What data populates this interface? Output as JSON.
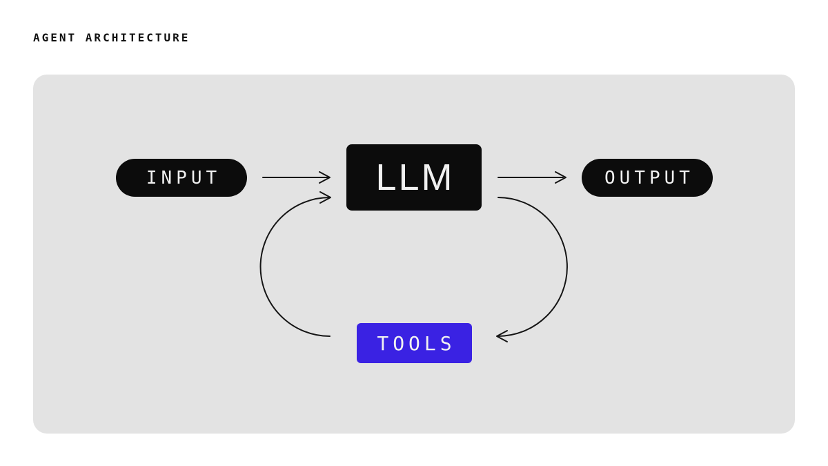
{
  "title": "AGENT ARCHITECTURE",
  "colors": {
    "page_bg": "#ffffff",
    "canvas_bg": "#e3e3e3",
    "node_black": "#0c0c0c",
    "tools_blue": "#3a22e3",
    "node_text": "#f1f1f1",
    "arrow": "#151515",
    "title_text": "#111111"
  },
  "diagram": {
    "nodes": {
      "input": {
        "label": "INPUT"
      },
      "llm": {
        "label": "LLM"
      },
      "output": {
        "label": "OUTPUT"
      },
      "tools": {
        "label": "TOOLS"
      }
    },
    "edges": [
      {
        "from": "input",
        "to": "llm",
        "style": "straight-arrow"
      },
      {
        "from": "llm",
        "to": "output",
        "style": "straight-arrow"
      },
      {
        "from": "tools",
        "to": "llm",
        "style": "curved-arrow-left-loop"
      },
      {
        "from": "llm",
        "to": "tools",
        "style": "curved-arrow-right-loop"
      }
    ]
  }
}
